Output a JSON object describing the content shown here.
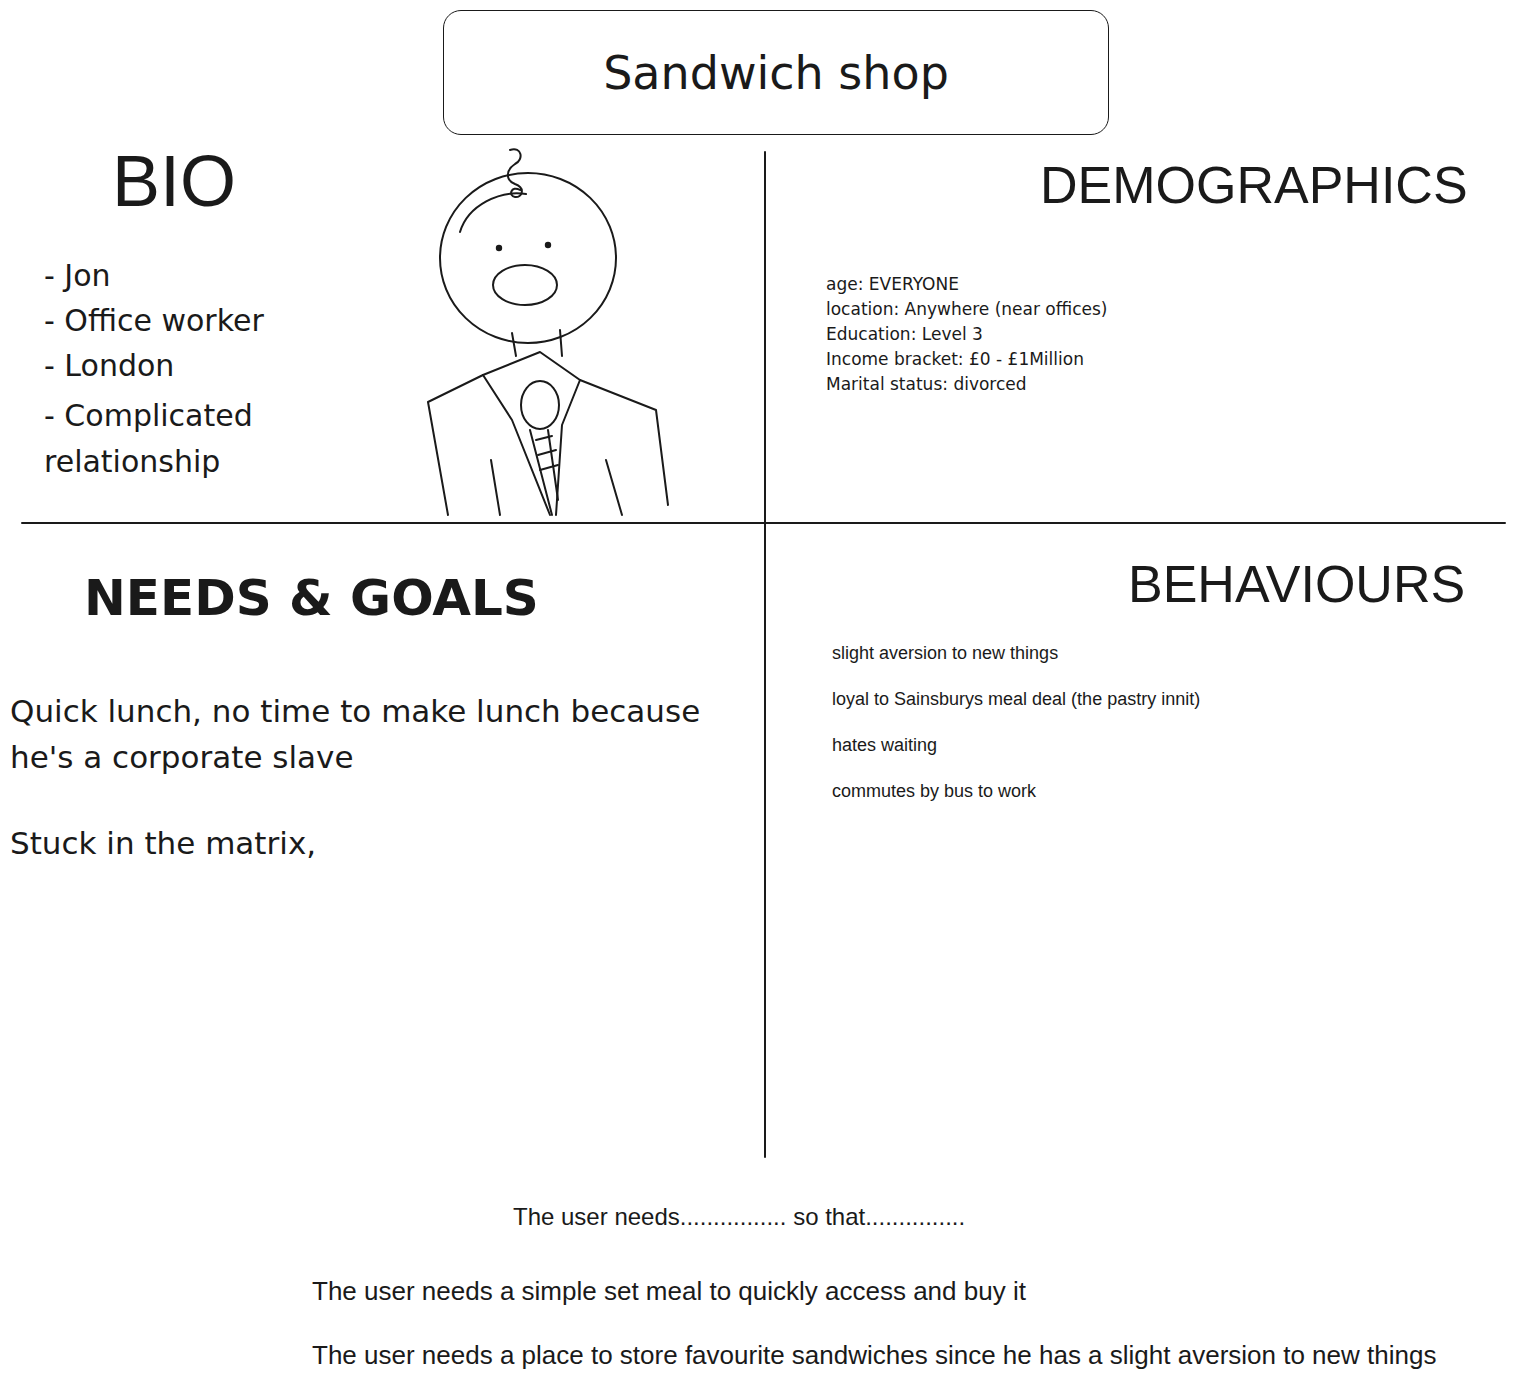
{
  "diagram": {
    "nodes": [
      {
        "text": [
          "Sandwich shop"
        ]
      }
    ],
    "labels": [
      "BIO",
      "- Jon",
      "- Office worker",
      "- London",
      "- Complicated relationship",
      "DEMOGRAPHICS",
      "age:  EVERYONE",
      "location: Anywhere (near offices)",
      "Education: Level 3",
      "Income bracket: £0 - £1Million",
      "Marital status: divorced",
      "NEEDS & GOALS",
      "Quick lunch, no time to make lunch because he's a corporate slave",
      "Stuck in the matrix,",
      "BEHAVIOURS",
      "slight aversion to new things",
      "loyal to Sainsburys meal deal (the pastry innit)",
      "hates waiting",
      "commutes by bus to work",
      "The user needs................ so that...............",
      "The user needs a simple set meal to quickly access and buy it",
      "The user needs a place to store favourite sandwiches since he has a slight aversion to new things"
    ]
  }
}
